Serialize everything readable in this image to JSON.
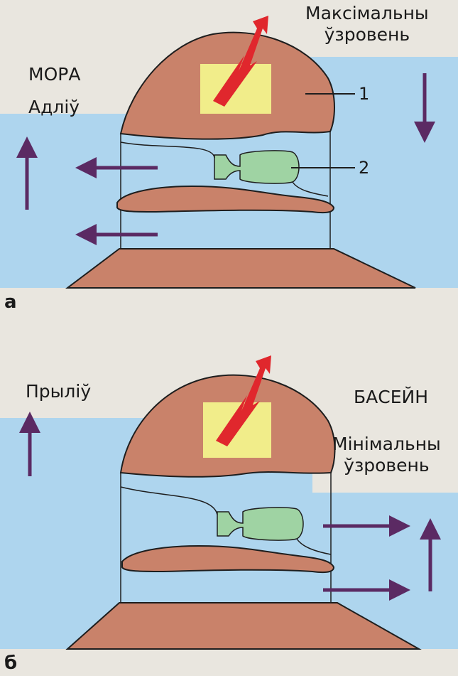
{
  "panels": [
    {
      "letter": "а",
      "sea_label": "МОРА",
      "tide_label": "Адліў",
      "level_label": "Максімальны\nўзровень",
      "callout_1": "1",
      "callout_2": "2"
    },
    {
      "letter": "б",
      "pool_label": "БАСЕЙН",
      "tide_label": "Прыліў",
      "level_label": "Мінімальны\nўзровень"
    }
  ],
  "colors": {
    "water": "#aed5ee",
    "rock": "#c9826a",
    "rock_outline": "#1e1e1e",
    "generator": "#f1ed8a",
    "turbine": "#9fd3a3",
    "arrow": "#5b2a63",
    "bolt": "#e0272d"
  }
}
